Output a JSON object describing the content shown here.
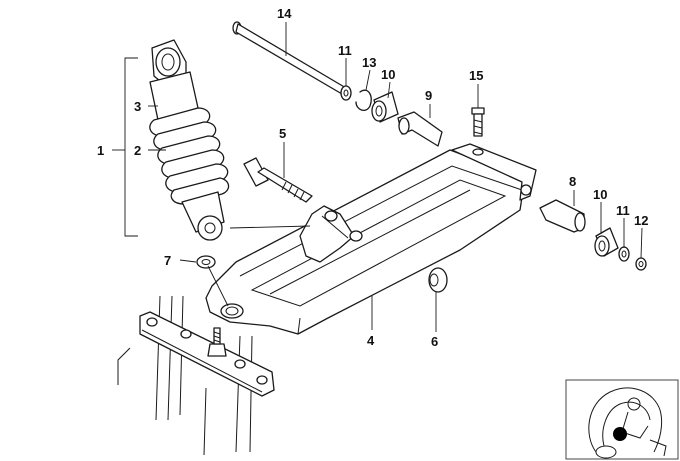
{
  "callouts": {
    "c1": "1",
    "c2": "2",
    "c3": "3",
    "c4": "4",
    "c5": "5",
    "c6": "6",
    "c7": "7",
    "c8": "8",
    "c9": "9",
    "c10a": "10",
    "c10b": "10",
    "c11a": "11",
    "c11b": "11",
    "c12": "12",
    "c13": "13",
    "c14": "14",
    "c15": "15"
  },
  "thumbnail": {
    "highlight_color": "#000000"
  }
}
